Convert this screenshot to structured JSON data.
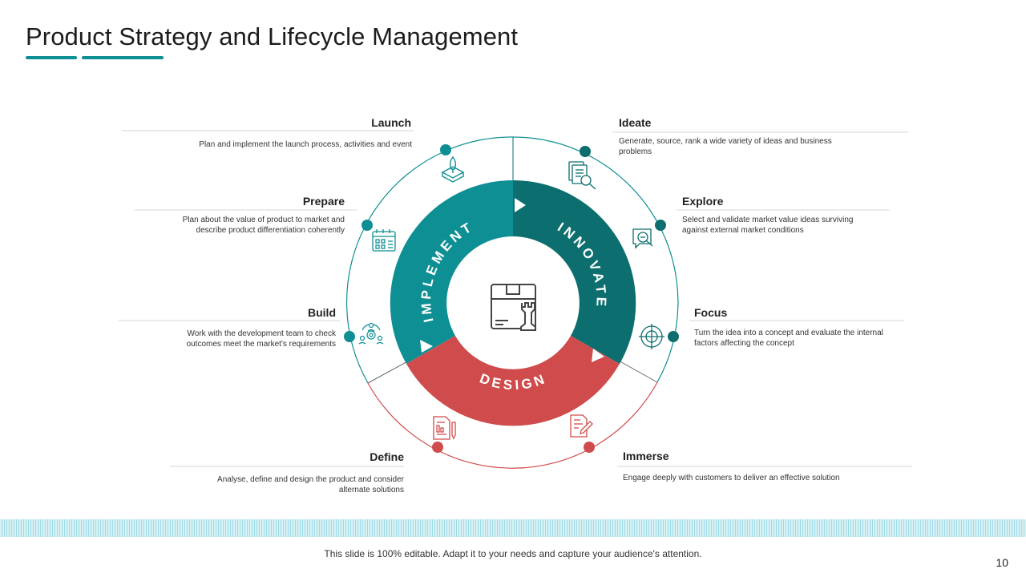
{
  "title": "Product Strategy and Lifecycle Management",
  "colors": {
    "teal": "#0e8f94",
    "dark_teal": "#0c6e6e",
    "red": "#d04b4b",
    "line": "#d6d6d6"
  },
  "phases": {
    "implement": "IMPLEMENT",
    "innovate": "INNOVATE",
    "design": "DESIGN"
  },
  "center_icon": "product-box-chess-icon",
  "steps": {
    "launch": {
      "label": "Launch",
      "desc": "Plan and implement  the launch process, activities and event",
      "icon": "rocket-icon"
    },
    "prepare": {
      "label": "Prepare",
      "desc": "Plan about the value of product to market and describe product differentiation coherently",
      "icon": "calendar-icon"
    },
    "build": {
      "label": "Build",
      "desc": "Work with the development team to check outcomes meet the market's requirements",
      "icon": "team-gear-icon"
    },
    "define": {
      "label": "Define",
      "desc": "Analyse, define and design the product and consider alternate solutions",
      "icon": "report-pencil-icon"
    },
    "ideate": {
      "label": "Ideate",
      "desc": "Generate, source, rank a wide variety of ideas and business problems",
      "icon": "documents-search-icon"
    },
    "explore": {
      "label": "Explore",
      "desc": "Select and validate market value ideas surviving against external market conditions",
      "icon": "search-chat-icon"
    },
    "focus": {
      "label": "Focus",
      "desc": "Turn the idea into a concept and evaluate the internal factors affecting the concept",
      "icon": "target-icon"
    },
    "immerse": {
      "label": "Immerse",
      "desc": "Engage deeply with customers to deliver an effective solution",
      "icon": "document-edit-icon"
    }
  },
  "footer": "This slide is 100% editable. Adapt it to your needs and capture your audience's attention.",
  "page_number": "10"
}
